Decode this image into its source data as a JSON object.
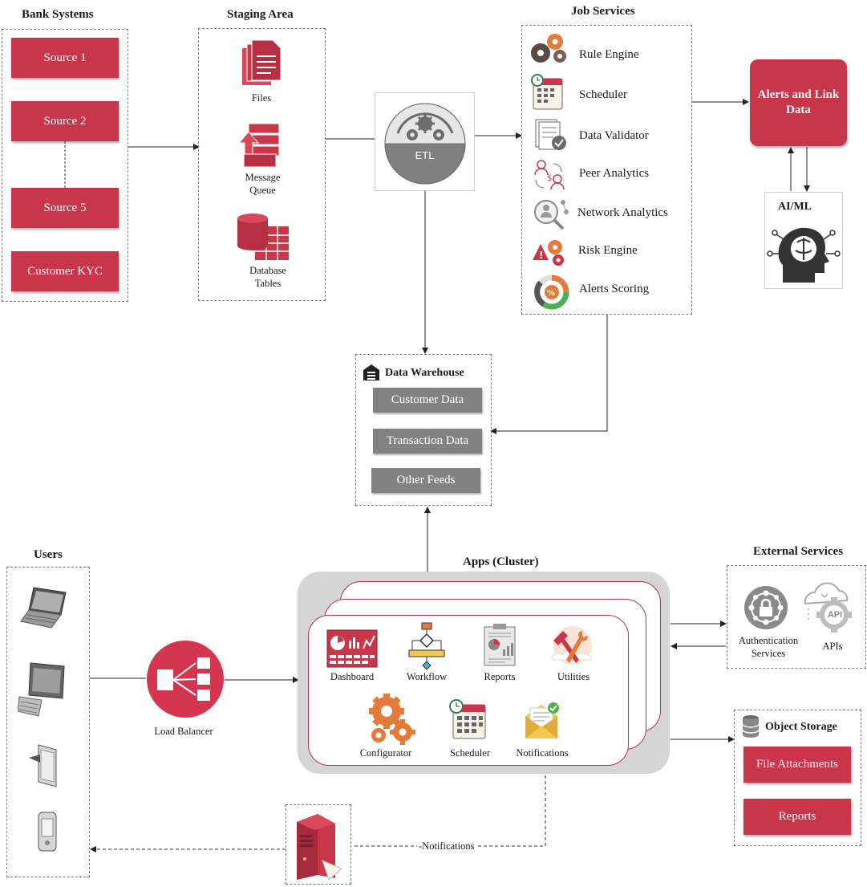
{
  "bank_systems": {
    "title": "Bank Systems",
    "sources": [
      "Source 1",
      "Source 2",
      "Source 5",
      "Customer KYC"
    ]
  },
  "staging_area": {
    "title": "Staging Area",
    "files": "Files",
    "message_queue_line1": "Message",
    "message_queue_line2": "Queue",
    "database_tables_line1": "Database",
    "database_tables_line2": "Tables"
  },
  "etl": {
    "label": "ETL"
  },
  "job_services": {
    "title": "Job Services",
    "items": [
      "Rule Engine",
      "Scheduler",
      "Data Validator",
      "Peer Analytics",
      "Network Analytics",
      "Risk Engine",
      "Alerts Scoring"
    ]
  },
  "alerts_link": {
    "line1": "Alerts and Link",
    "line2": "Data"
  },
  "aiml": {
    "title": "AI/ML"
  },
  "data_warehouse": {
    "title": "Data Warehouse",
    "items": [
      "Customer Data",
      "Transaction Data",
      "Other Feeds"
    ]
  },
  "users": {
    "title": "Users"
  },
  "load_balancer": {
    "label": "Load Balancer"
  },
  "apps": {
    "title": "Apps (Cluster)",
    "items": [
      "Dashboard",
      "Workflow",
      "Reports",
      "Utilities",
      "Configurator",
      "Scheduler",
      "Notifications"
    ]
  },
  "external_services": {
    "title": "External Services",
    "auth_line1": "Authentication",
    "auth_line2": "Services",
    "apis": "APIs",
    "api_badge": "API"
  },
  "object_storage": {
    "title": "Object Storage",
    "items": [
      "File Attachments",
      "Reports"
    ]
  },
  "notifications_link": {
    "label": "Notifications"
  },
  "colors": {
    "accent_red": "#c9364a",
    "grey_box": "#828282",
    "dashed": "#7a7a7a"
  }
}
